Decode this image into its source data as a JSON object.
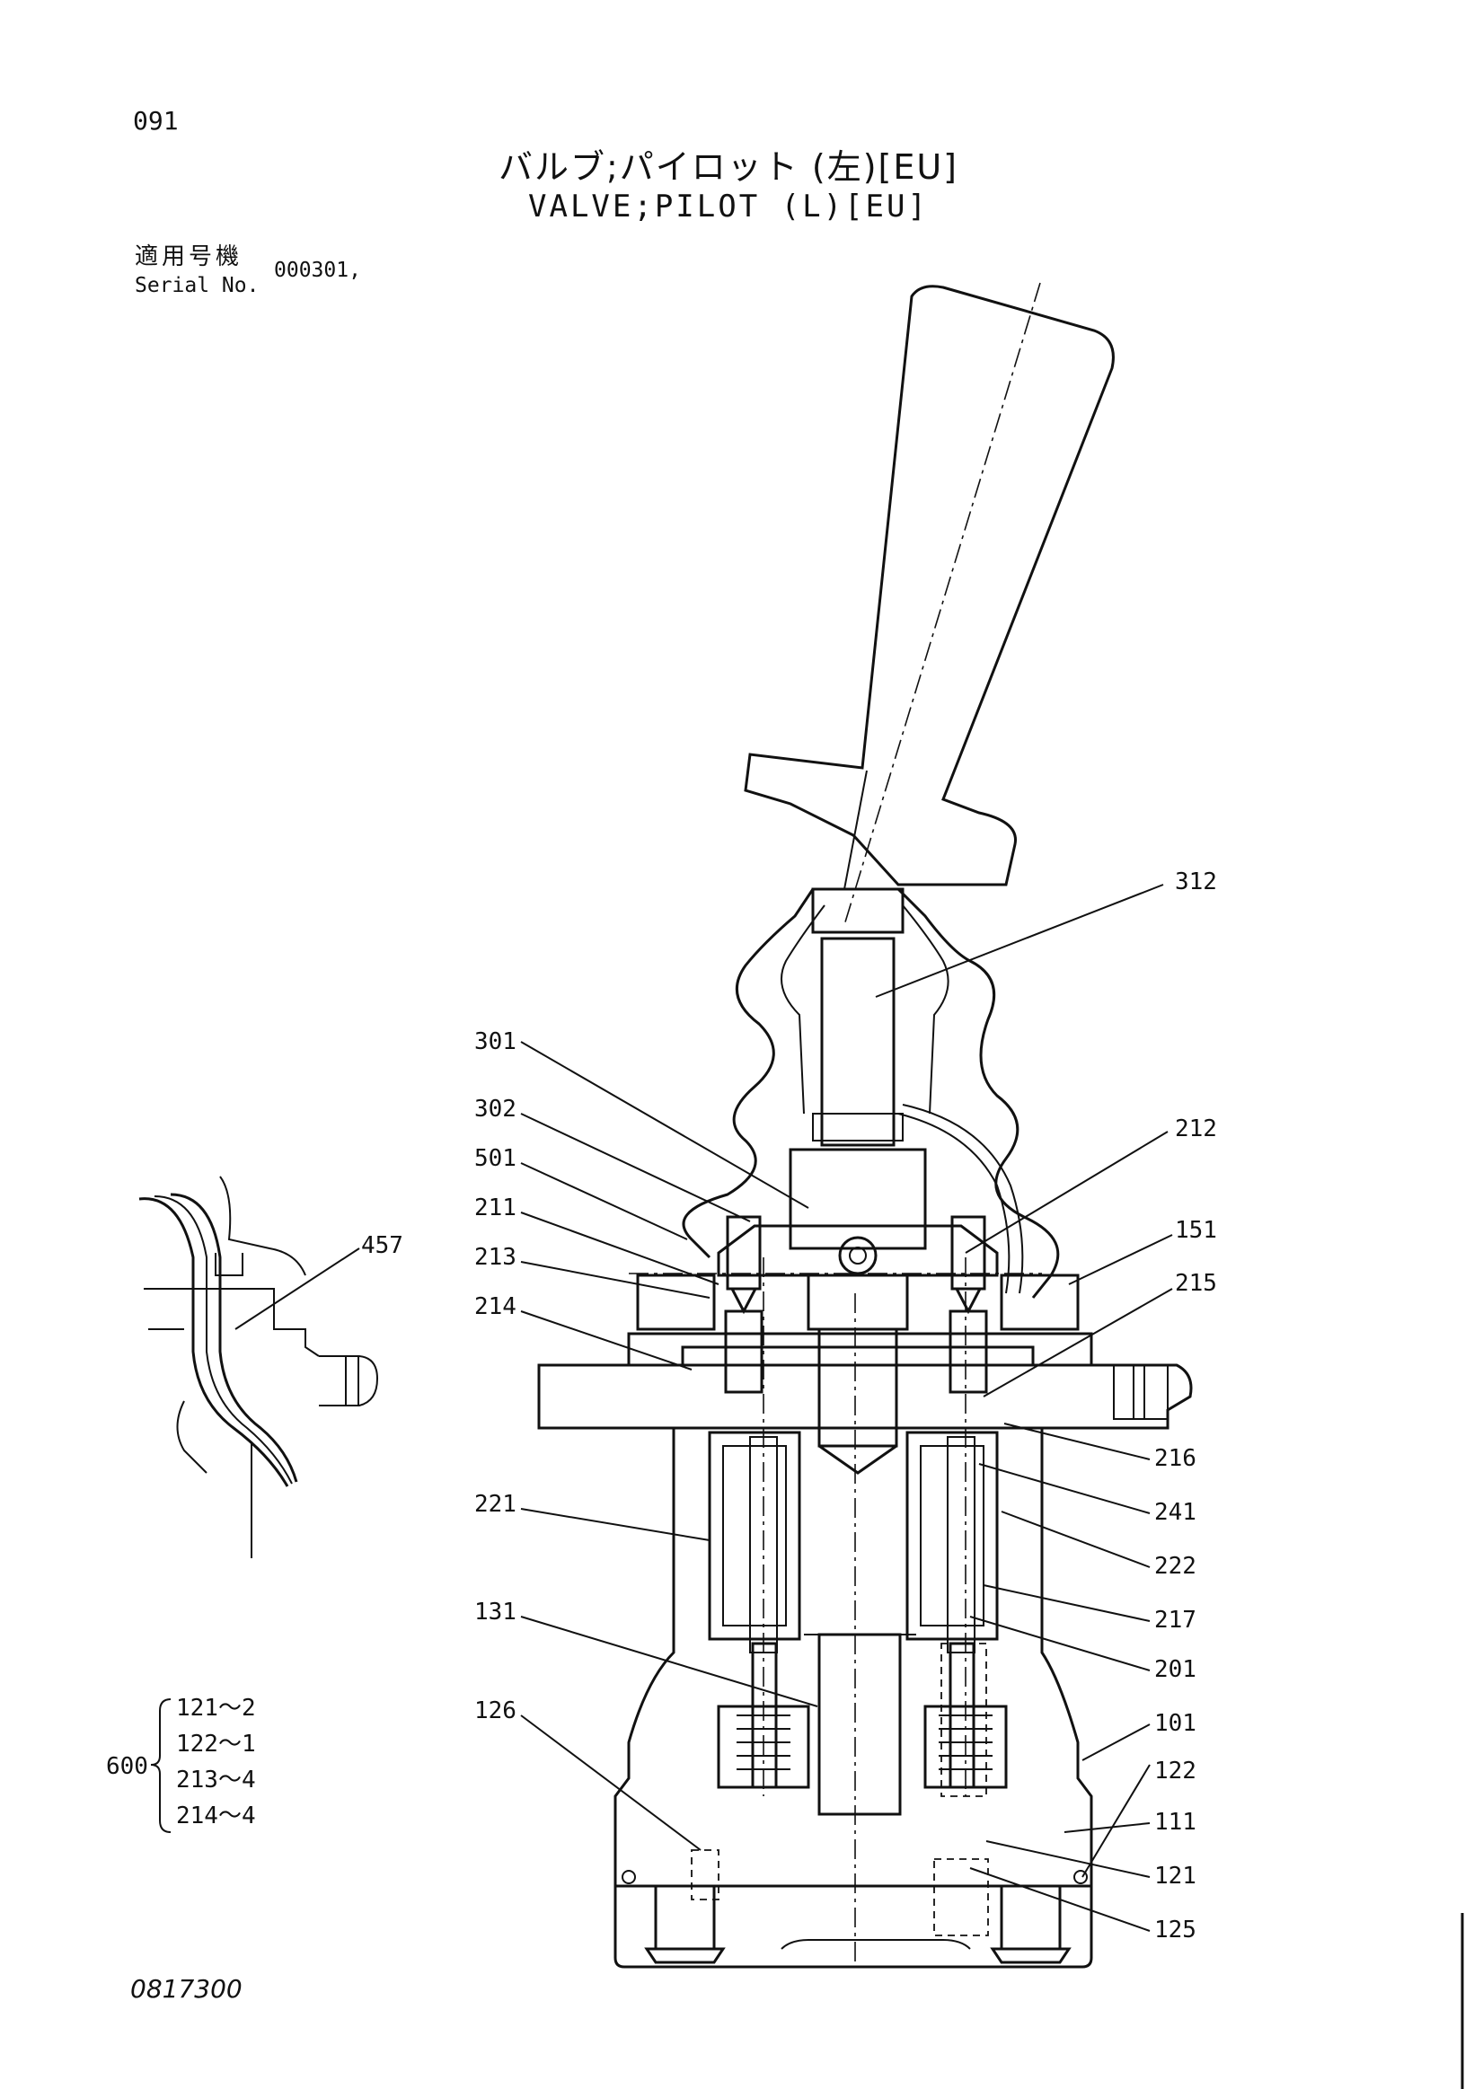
{
  "page": {
    "number": "091",
    "title_jp": "バルブ;パイロット (左)[EU]",
    "title_en": "VALVE;PILOT (L)[EU]",
    "serial_label_jp": "適用号機",
    "serial_label_en": "Serial No.",
    "serial_value": "000301,",
    "doc_code": "0817300"
  },
  "callouts": [
    "312",
    "301",
    "302",
    "501",
    "212",
    "211",
    "151",
    "213",
    "215",
    "214",
    "216",
    "221",
    "241",
    "222",
    "217",
    "131",
    "201",
    "126",
    "101",
    "122",
    "111",
    "121",
    "125",
    "457"
  ],
  "kit": {
    "number": "600",
    "items": [
      "121～2",
      "122～1",
      "213～4",
      "214～4"
    ]
  }
}
